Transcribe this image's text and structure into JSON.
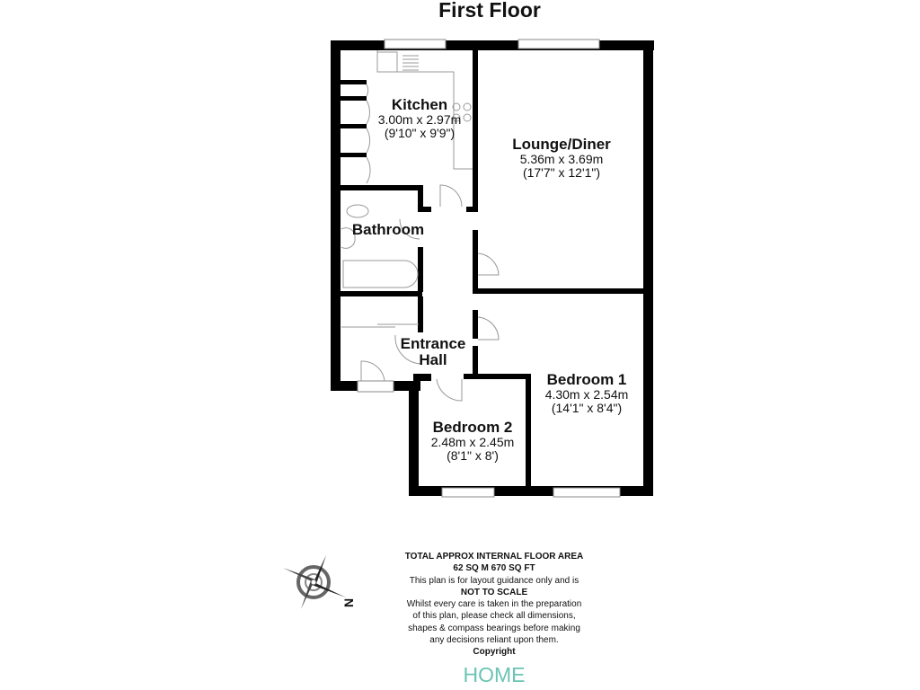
{
  "header": {
    "title": "First Floor"
  },
  "rooms": [
    {
      "name": "Kitchen",
      "metric": "3.00m x 2.97m",
      "imperial": "(9'10\" x 9'9\")"
    },
    {
      "name": "Lounge/Diner",
      "metric": "5.36m x 3.69m",
      "imperial": "(17'7\" x 12'1\")"
    },
    {
      "name": "Bathroom"
    },
    {
      "name": "Entrance",
      "name2": "Hall"
    },
    {
      "name": "Bedroom 1",
      "metric": "4.30m x 2.54m",
      "imperial": "(14'1\" x 8'4\")"
    },
    {
      "name": "Bedroom 2",
      "metric": "2.48m x 2.45m",
      "imperial": "(8'1\" x 8')"
    }
  ],
  "compass": {
    "label": "N"
  },
  "notes": {
    "line1": "TOTAL APPROX INTERNAL FLOOR AREA",
    "line2": "62 SQ M 670 SQ FT",
    "line3": "This plan is for layout guidance only and is",
    "line4": "NOT TO SCALE",
    "line5": "Whilst every care is taken in the preparation",
    "line6": "of this plan, please check all dimensions,",
    "line7": "shapes & compass bearings before making",
    "line8": "any decisions reliant upon them.",
    "line9": "Copyright"
  },
  "brand": {
    "logo_text": "HOME",
    "color": "#6cc4b4"
  }
}
